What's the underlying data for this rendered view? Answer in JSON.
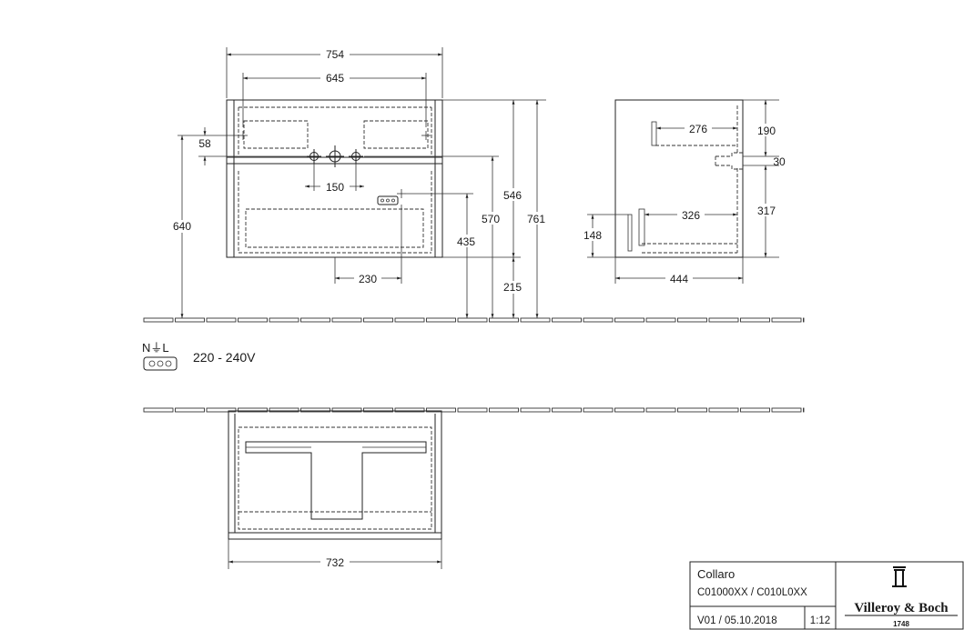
{
  "dimensions": {
    "front_overall_width": "754",
    "front_inner_width": "645",
    "side_offset": "58",
    "tap_spacing": "150",
    "height_to_floor": "640",
    "height_546": "546",
    "height_570": "570",
    "height_761": "761",
    "height_435": "435",
    "height_215": "215",
    "socket_offset": "230",
    "side_top_drawer_depth": "276",
    "side_top_height": "190",
    "side_gap": "30",
    "side_bottom_height": "317",
    "side_bottom_drawer_depth": "326",
    "side_low_height": "148",
    "side_depth": "444",
    "plan_width": "732"
  },
  "electrical": {
    "symbol_label": "N⏚L",
    "voltage": "220 - 240V"
  },
  "title_block": {
    "product_name": "Collaro",
    "article_numbers": "C01000XX / C010L0XX",
    "version_date": "V01 / 05.10.2018",
    "scale": "1:12",
    "brand": "Villeroy & Boch",
    "brand_year": "1748"
  }
}
